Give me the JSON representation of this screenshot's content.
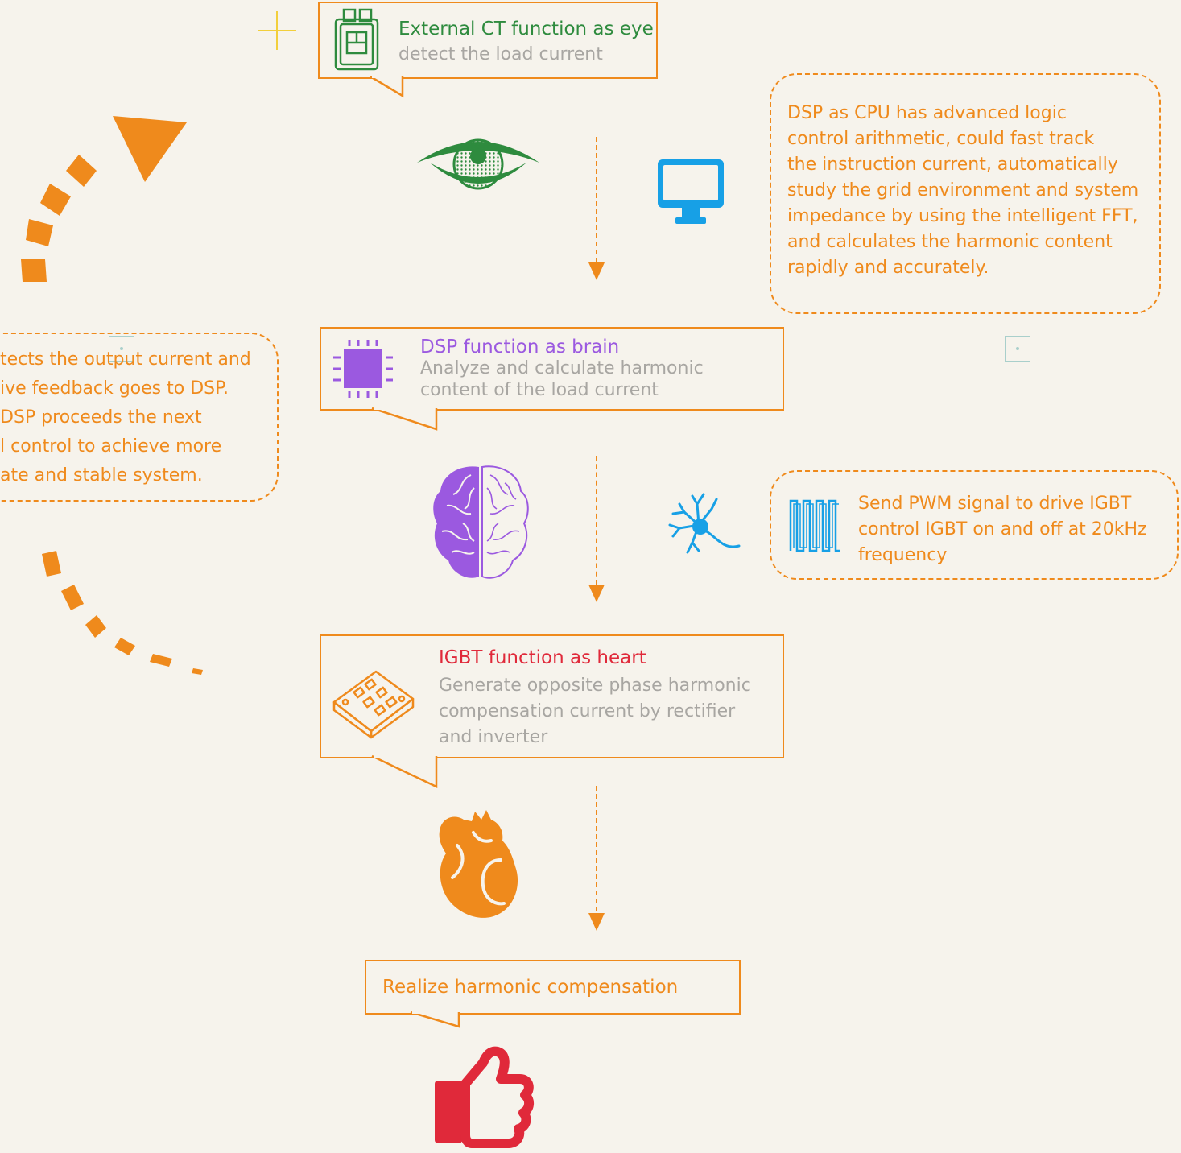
{
  "colors": {
    "accent": "#ef8a1c",
    "green": "#2e8b3e",
    "purple": "#9b59e0",
    "red": "#e0293a",
    "blue": "#17a0e6",
    "gray": "#a8a6a2",
    "guide": "#bcd8d6",
    "background": "#f6f3ec"
  },
  "ct_box": {
    "icon": "current-transformer-icon",
    "title": "External CT function as eye",
    "subtitle": "detect the load current"
  },
  "dsp_box": {
    "icon": "chip-icon",
    "title": "DSP  function as brain",
    "subtitle_lines": [
      "Analyze and calculate harmonic",
      "content of  the load current"
    ]
  },
  "igbt_box": {
    "icon": "igbt-module-icon",
    "title": "IGBT  function as heart",
    "subtitle_lines": [
      "Generate opposite phase harmonic",
      "compensation current  by rectifier",
      "and  inverter"
    ]
  },
  "result_box": {
    "title": "Realize  harmonic compensation"
  },
  "cpu_note": {
    "icon": "monitor-icon",
    "lines": [
      "DSP as CPU has advanced logic",
      "control arithmetic, could fast track",
      "the instruction current, automatically",
      "study the grid environment and system",
      "impedance by using the intelligent FFT,",
      "and calculates the harmonic content",
      "rapidly and accurately."
    ]
  },
  "pwm_note": {
    "icon": "pwm-waveform-icon",
    "lines": [
      "Send PWM signal to drive IGBT",
      "control IGBT on and off at 20kHz",
      "frequency"
    ]
  },
  "feedback_note": {
    "lines": [
      "tects the output current and",
      "ive feedback goes to DSP.",
      "DSP proceeds the next",
      "l control to achieve more",
      "ate and stable system."
    ]
  },
  "icons": [
    "eye-icon",
    "brain-icon",
    "neuron-icon",
    "heart-icon",
    "thumbs-up-icon",
    "crosshair-icon"
  ]
}
